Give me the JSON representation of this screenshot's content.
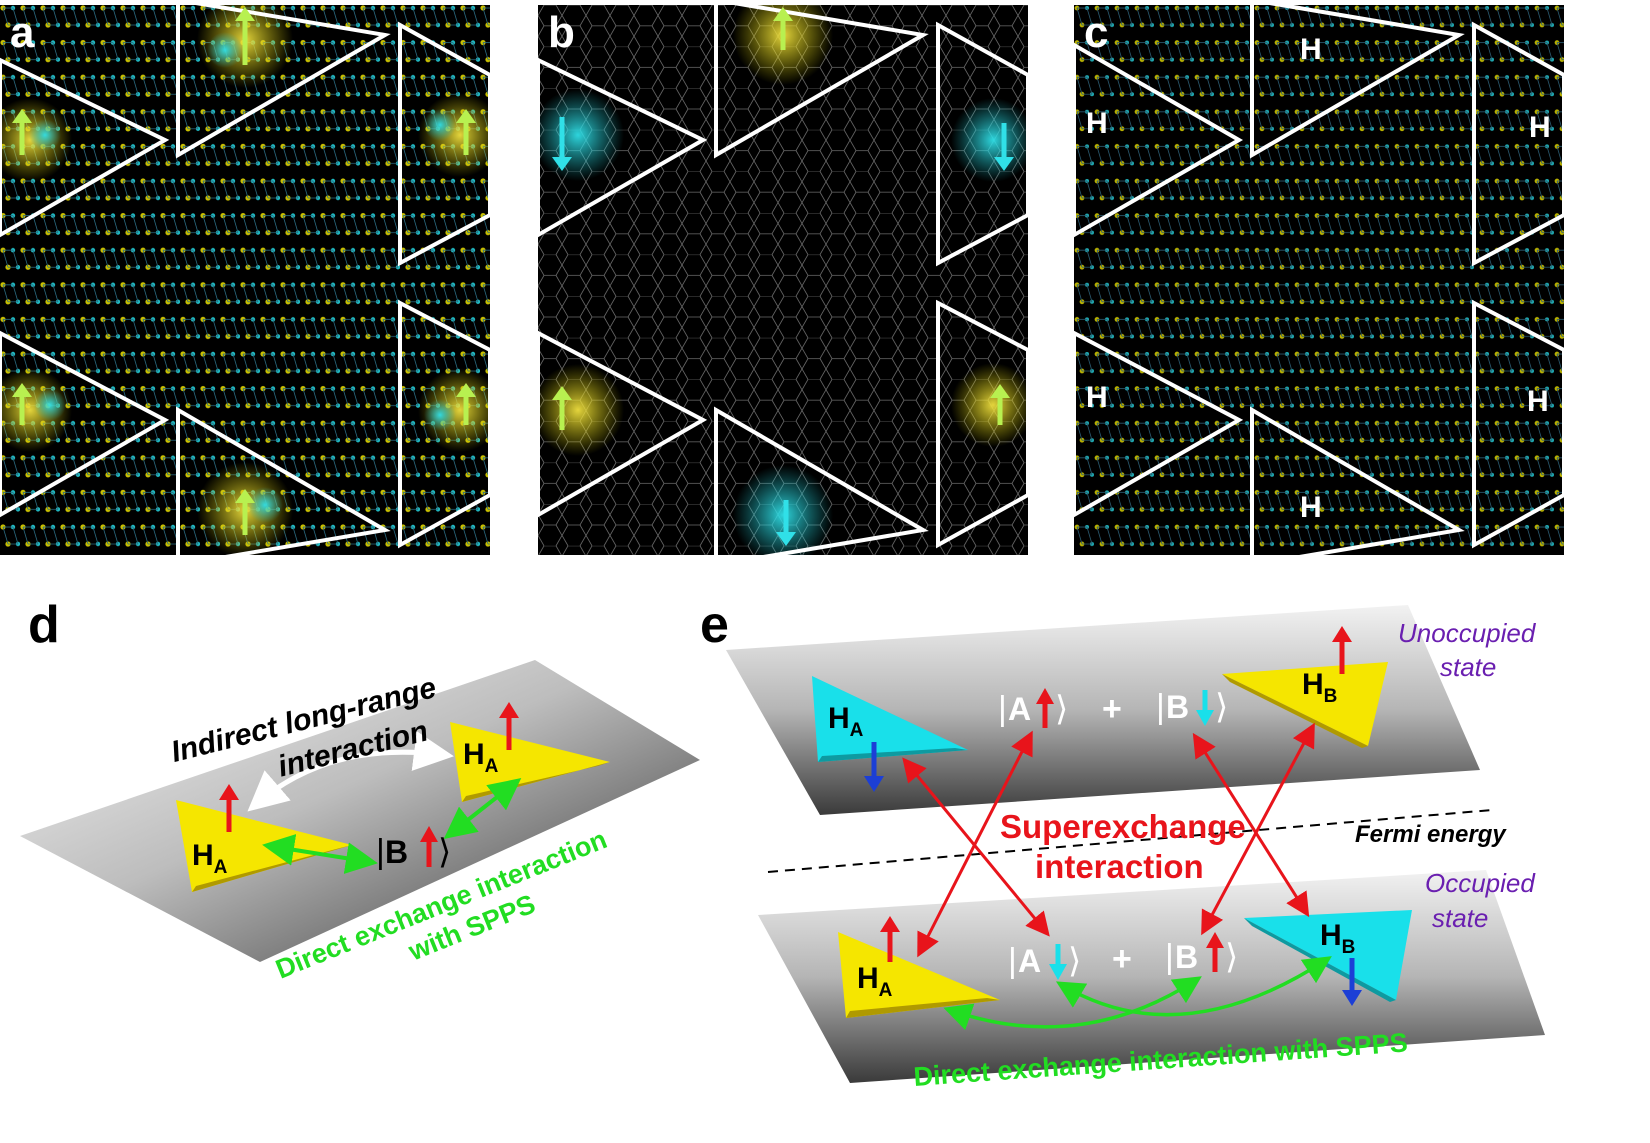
{
  "panels": {
    "a": {
      "label": "a"
    },
    "b": {
      "label": "b"
    },
    "c": {
      "label": "c",
      "h_marks": [
        "H",
        "H",
        "H",
        "H",
        "H",
        "H"
      ]
    }
  },
  "panel_d": {
    "label": "d",
    "indirect_title_line1": "Indirect long-range",
    "indirect_title_line2": "interaction",
    "triangle_left_label": "H",
    "triangle_left_sub": "A",
    "triangle_right_label": "H",
    "triangle_right_sub": "A",
    "ket_letter": "B",
    "direct_line1": "Direct exchange interaction",
    "direct_line2": "with SPPS",
    "colors": {
      "triangle": "#f5e600",
      "up_arrow": "#e8141b",
      "interaction": "#22dd22",
      "indirect_arrow": "#ffffff"
    }
  },
  "panel_e": {
    "label": "e",
    "unoccupied_line1": "Unoccupied",
    "unoccupied_line2": "state",
    "occupied_line1": "Occupied",
    "occupied_line2": "state",
    "fermi": "Fermi energy",
    "superexchange_line1": "Superexchange",
    "superexchange_line2": "interaction",
    "direct": "Direct exchange interaction with SPPS",
    "top_ket_1": "A",
    "top_ket_2": "B",
    "bottom_ket_1": "A",
    "bottom_ket_2": "B",
    "plus": "+",
    "top_left_tri": {
      "label": "H",
      "sub": "A"
    },
    "top_right_tri": {
      "label": "H",
      "sub": "B"
    },
    "bottom_left_tri": {
      "label": "H",
      "sub": "A"
    },
    "bottom_right_tri": {
      "label": "H",
      "sub": "B"
    },
    "colors": {
      "cyan": "#19e0ea",
      "yellow": "#f5e600",
      "red": "#e8141b",
      "blue": "#1c3fd6",
      "purple": "#6a1fb0",
      "green": "#22dd22"
    }
  }
}
